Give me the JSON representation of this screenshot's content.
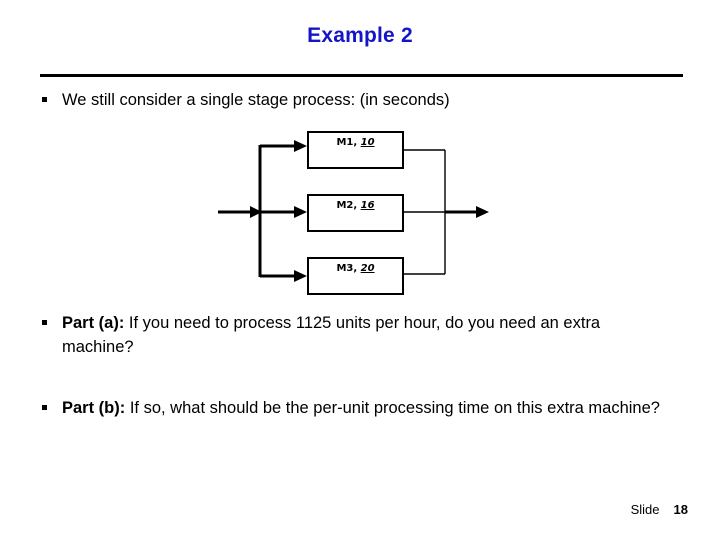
{
  "slide": {
    "title": "Example 2",
    "footer_label": "Slide",
    "footer_number": "18",
    "title_color": "#1414c8",
    "body_color": "#000000"
  },
  "bullets": [
    {
      "marker": "square-bullet",
      "lead": "",
      "text": "We still consider a single stage process: (in seconds)"
    },
    {
      "marker": "square-bullet",
      "lead": "Part (a):",
      "text": " If you need to process 1125 units per hour, do you need an extra machine?"
    },
    {
      "marker": "square-bullet",
      "lead": "Part (b):",
      "text": " If so, what should be the per-unit processing time on this extra machine?"
    }
  ],
  "diagram": {
    "type": "parallel-process-flow",
    "caption": "single stage process with three parallel machines",
    "units": "seconds",
    "machines": [
      {
        "name": "M1",
        "separator": ", ",
        "time": "10"
      },
      {
        "name": "M2",
        "separator": ", ",
        "time": "16"
      },
      {
        "name": "M3",
        "separator": ", ",
        "time": "20"
      }
    ],
    "input_arrow": "flow-in",
    "output_arrow": "flow-out"
  }
}
